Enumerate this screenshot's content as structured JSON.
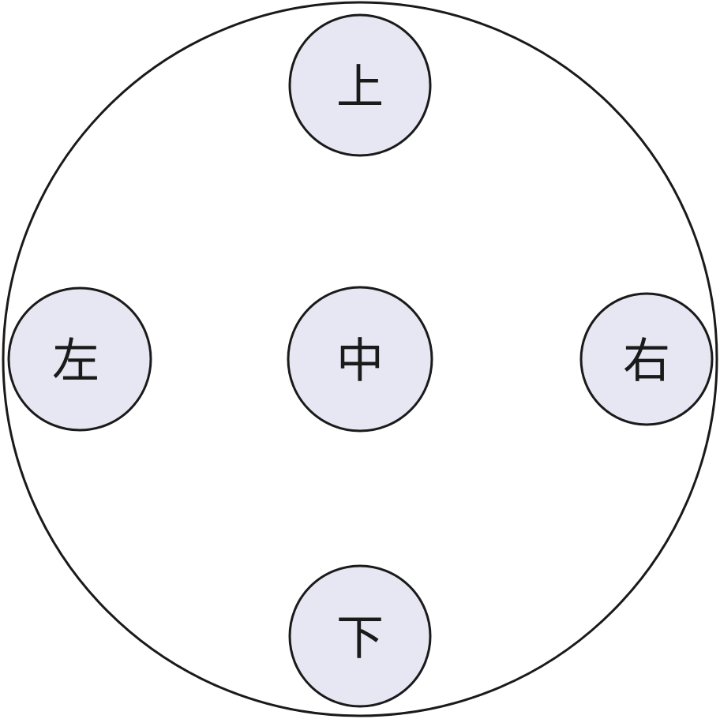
{
  "colors": {
    "stroke": "#1a1a1a",
    "node_fill": "#e6e7f2",
    "background": "#ffffff"
  },
  "nodes": {
    "top": {
      "label": "上"
    },
    "left": {
      "label": "左"
    },
    "center": {
      "label": "中"
    },
    "right": {
      "label": "右"
    },
    "bottom": {
      "label": "下"
    }
  }
}
